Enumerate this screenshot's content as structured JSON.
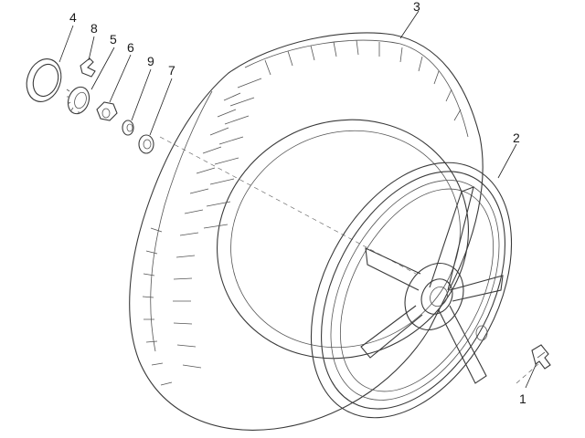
{
  "callouts": [
    {
      "id": "1",
      "label": "1"
    },
    {
      "id": "2",
      "label": "2"
    },
    {
      "id": "3",
      "label": "3"
    },
    {
      "id": "4",
      "label": "4"
    },
    {
      "id": "5",
      "label": "5"
    },
    {
      "id": "6",
      "label": "6"
    },
    {
      "id": "7",
      "label": "7"
    },
    {
      "id": "8",
      "label": "8"
    },
    {
      "id": "9",
      "label": "9"
    }
  ],
  "colors": {
    "line": "#3a3a3a",
    "background": "#ffffff"
  }
}
